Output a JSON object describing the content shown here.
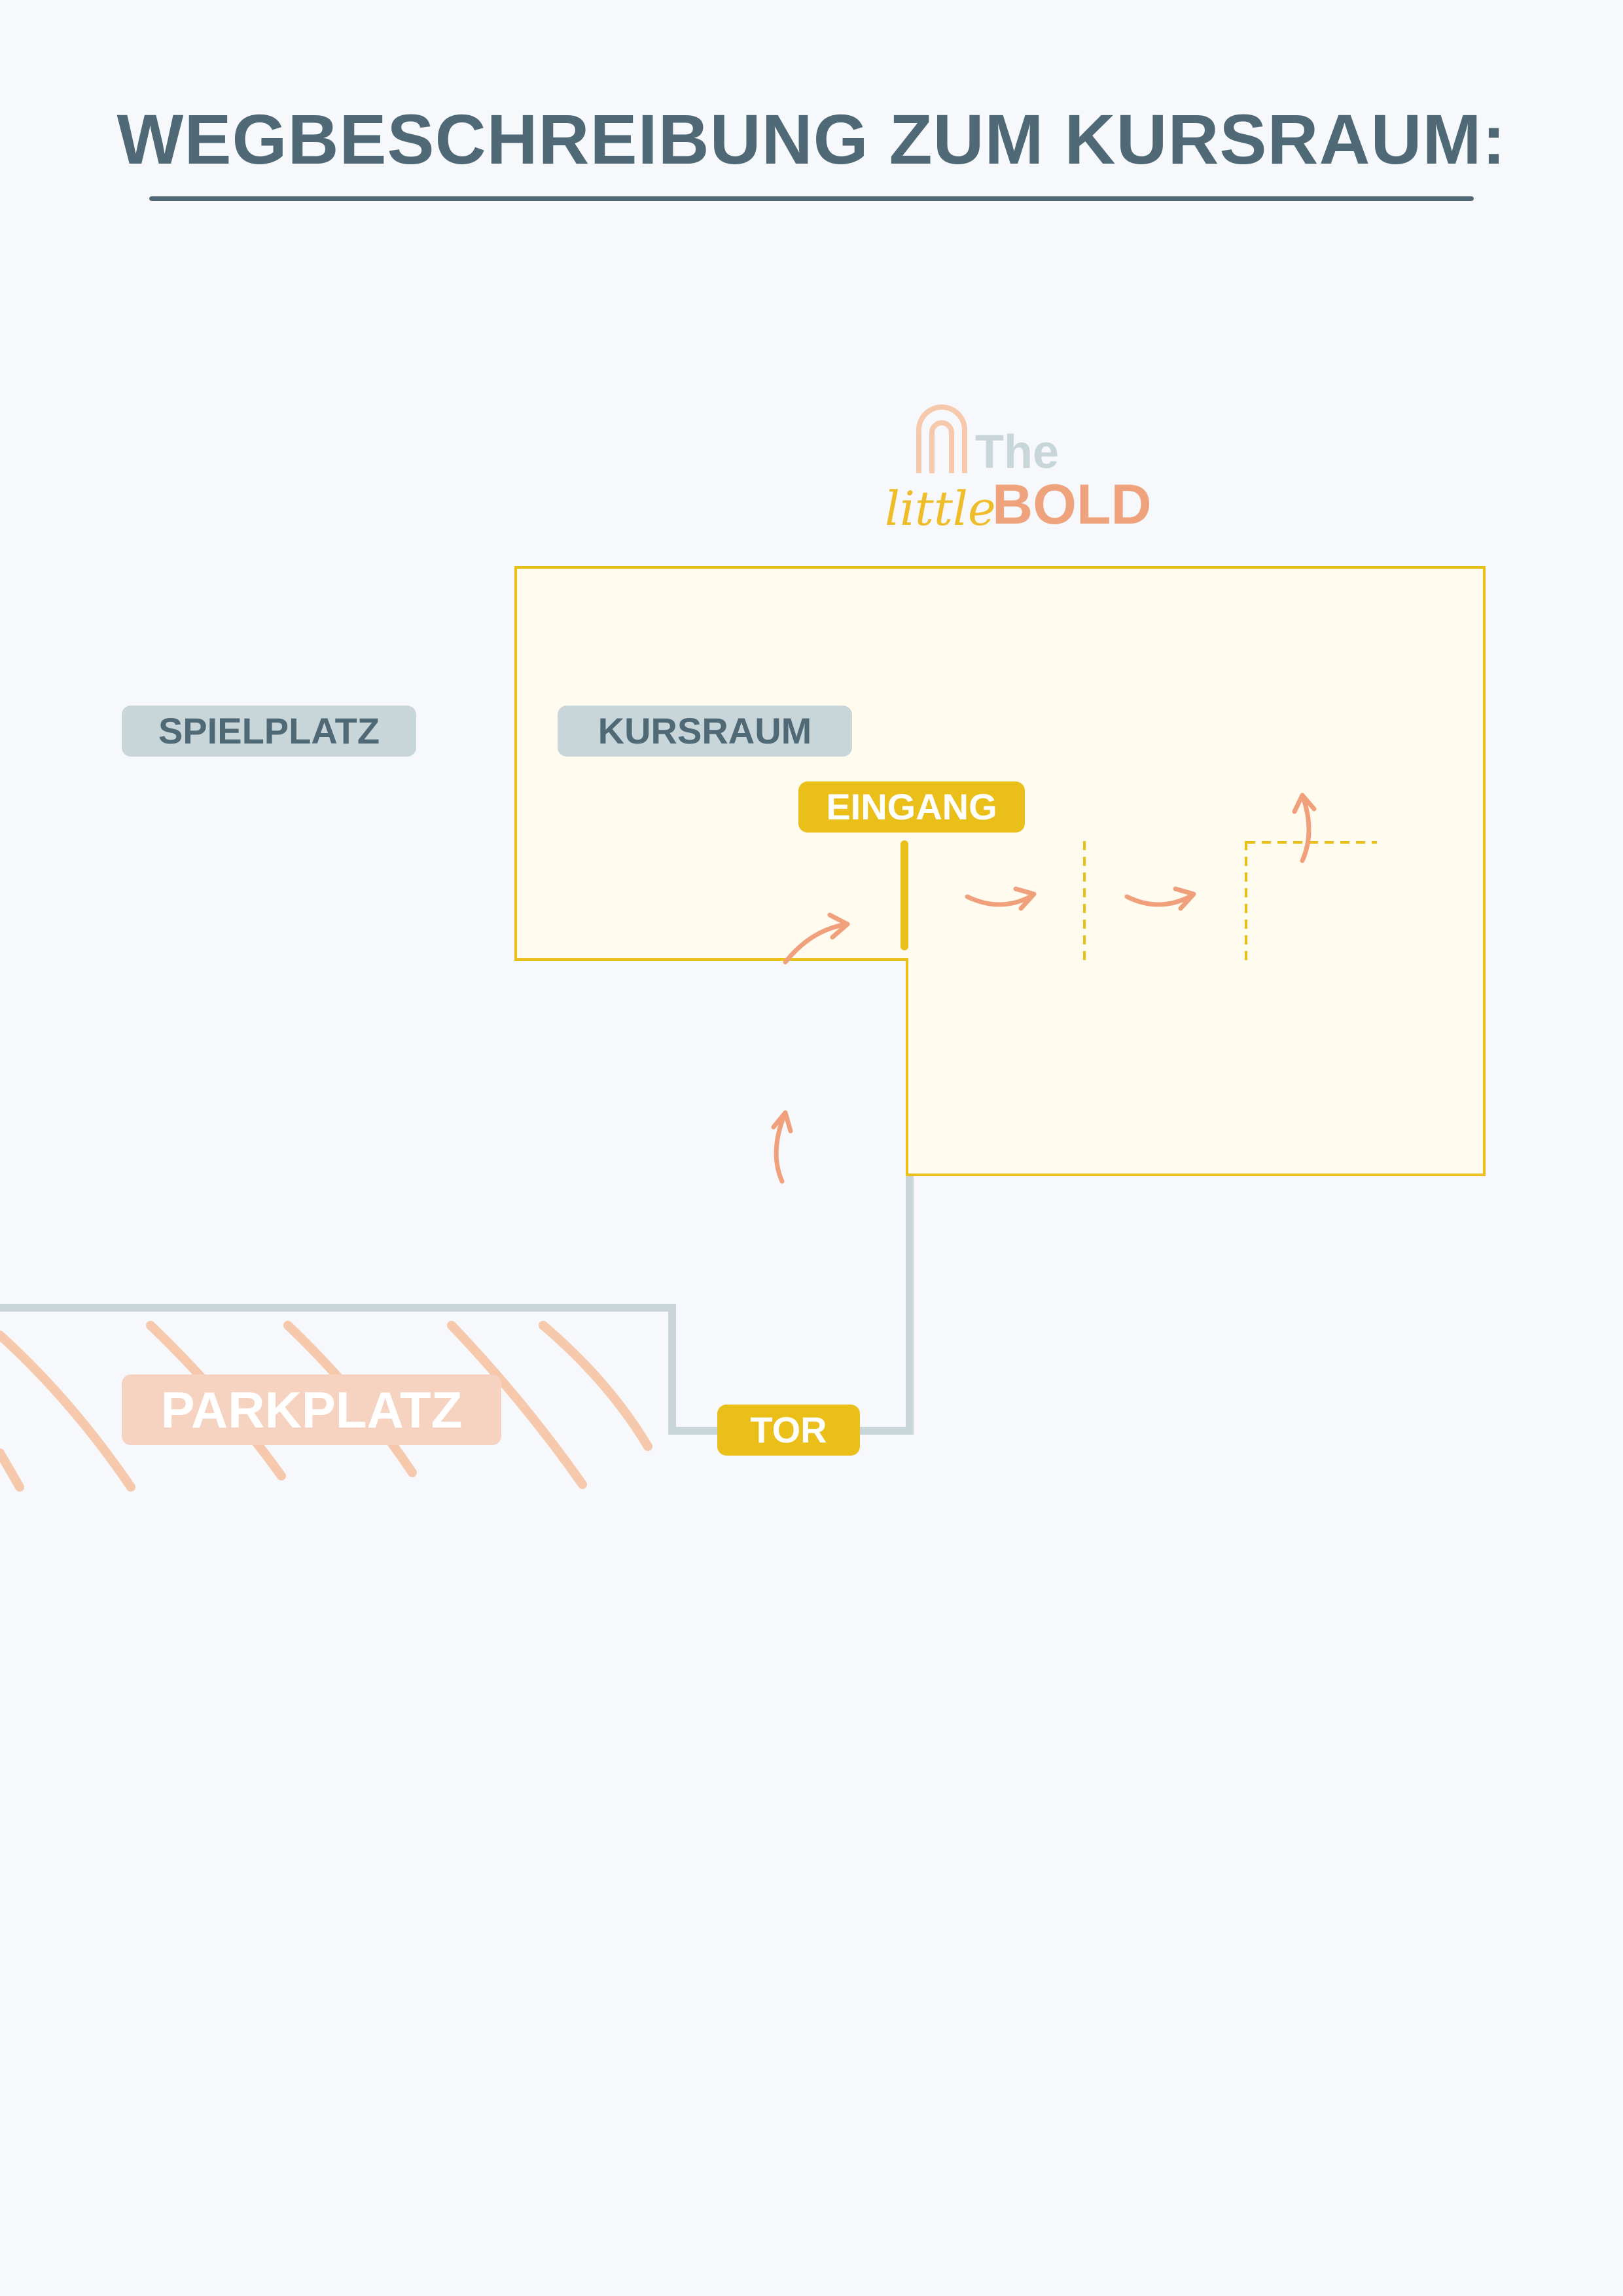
{
  "title": "WEGBESCHREIBUNG ZUM KURSRAUM:",
  "logo": {
    "line1": "The",
    "line2_script": "little",
    "line2_bold": "BOLD",
    "icon": "arch-icon",
    "colors": {
      "arch": "#f6c9ac",
      "the": "#c8d6d9",
      "little": "#efbd2a",
      "bold": "#efa37d"
    }
  },
  "labels": {
    "spielplatz": "SPIELPLATZ",
    "kursraum": "KURSRAUM",
    "eingang": "EINGANG",
    "parkplatz": "PARKPLATZ",
    "tor": "TOR"
  },
  "colors": {
    "title": "#506977",
    "building_fill": "#fffbef",
    "building_stroke": "#ebbf1a",
    "fence": "#c8d6d9",
    "arrow": "#f1a07c",
    "parking_hatch": "#f6c9ac"
  }
}
